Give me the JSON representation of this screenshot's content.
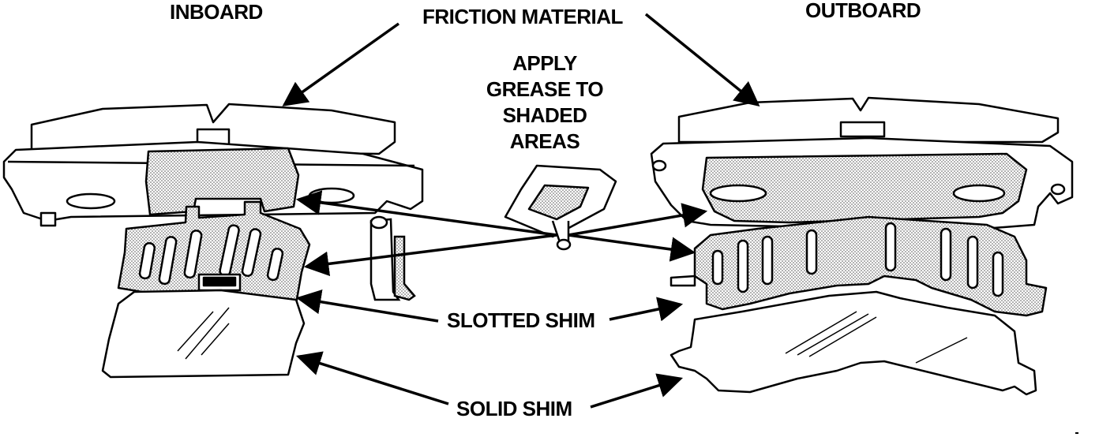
{
  "labels": {
    "inboard": "INBOARD",
    "friction_material": "FRICTION MATERIAL",
    "outboard": "OUTBOARD",
    "apply_grease": [
      "APPLY",
      "GREASE TO",
      "SHADED",
      "AREAS"
    ],
    "slotted_shim": "SLOTTED SHIM",
    "solid_shim": "SOLID SHIM"
  }
}
